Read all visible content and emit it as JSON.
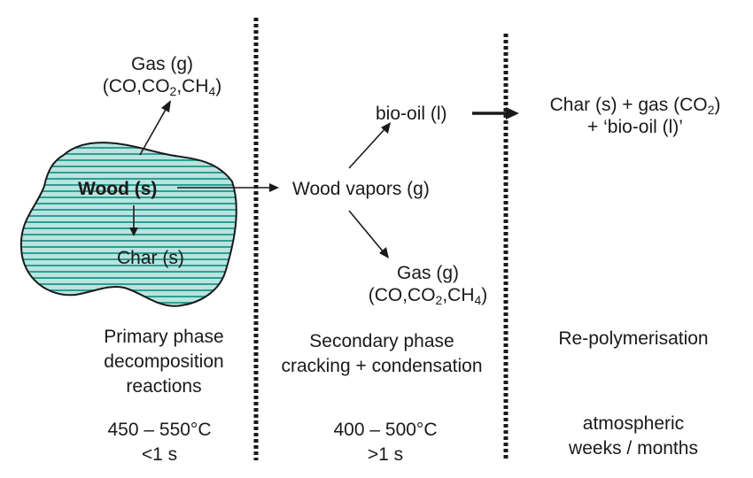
{
  "primary": {
    "gas_label": "Gas (g)",
    "gas_formula_pre": "(CO,CO",
    "gas_formula_sub1": "2",
    "gas_formula_mid": ",CH",
    "gas_formula_sub2": "4",
    "gas_formula_post": ")",
    "wood": "Wood (s)",
    "char": "Char (s)",
    "phase_line1": "Primary phase",
    "phase_line2": "decomposition",
    "phase_line3": "reactions",
    "temperature": "450 – 550°C",
    "time": "<1 s"
  },
  "secondary": {
    "vapors": "Wood vapors (g)",
    "bio_oil": "bio-oil (l)",
    "gas_label": "Gas (g)",
    "gas_formula_pre": "(CO,CO",
    "gas_formula_sub1": "2",
    "gas_formula_mid": ",CH",
    "gas_formula_sub2": "4",
    "gas_formula_post": ")",
    "phase_line1": "Secondary phase",
    "phase_line2": "cracking + condensation",
    "temperature": "400 – 500°C",
    "time": ">1 s"
  },
  "repolymerisation": {
    "products_pre": "Char (s) + gas (CO",
    "products_sub": "2",
    "products_post": ")",
    "products_line2": "+ ‘bio-oil (l)’",
    "phase": "Re-polymerisation",
    "condition": "atmospheric",
    "time": "weeks / months"
  },
  "colors": {
    "wood_fill": "#b9e4df",
    "wood_stripe": "#2f9e93",
    "wood_outline": "#1a1a1a",
    "ink": "#1a1a1a"
  }
}
